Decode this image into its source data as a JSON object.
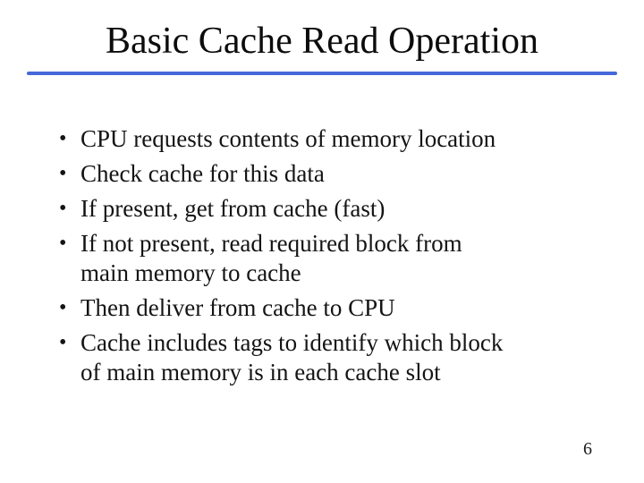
{
  "slide": {
    "title": "Basic Cache Read Operation",
    "page_number": "6",
    "accent_color": "#4668d9",
    "text_color": "#141414",
    "background_color": "#ffffff",
    "bullet_char": "•",
    "bullets": [
      {
        "lines": [
          "CPU requests contents of memory location",
          ""
        ]
      },
      {
        "lines": [
          "Check cache for this data",
          ""
        ]
      },
      {
        "lines": [
          "If present, get from cache (fast)",
          ""
        ]
      },
      {
        "lines": [
          "If not present, read required block from",
          "main memory to cache"
        ]
      },
      {
        "lines": [
          "Then deliver from cache to CPU",
          ""
        ]
      },
      {
        "lines": [
          "Cache includes tags to identify which block",
          "of main memory is in each cache slot"
        ]
      }
    ]
  }
}
